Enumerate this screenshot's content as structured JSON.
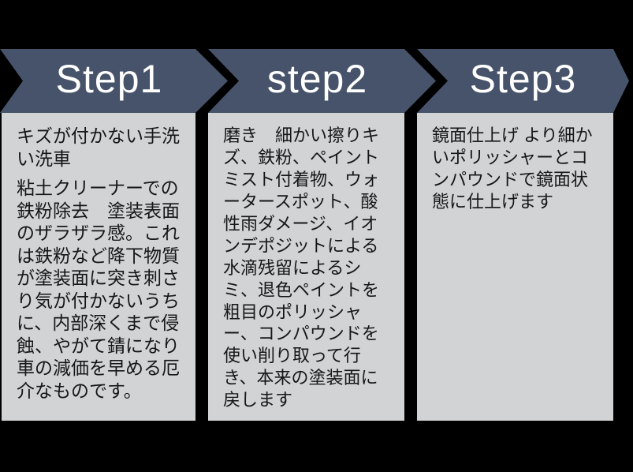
{
  "diagram": {
    "type": "process-flow-chevrons",
    "colors": {
      "background": "#000000",
      "arrow_fill": "#46536a",
      "box_fill": "#d1d3d5",
      "step_label_text": "#ffffff",
      "body_text": "#161616"
    },
    "steps": [
      {
        "label": "Step1",
        "paragraphs": [
          "キズが付かない手洗い洗車",
          "粘土クリーナーでの鉄粉除去　塗装表面のザラザラ感。これは鉄粉など降下物質が塗装面に突き刺さり気が付かないうちに、内部深くまで侵蝕、やがて錆になり車の減価を早める厄介なものです。"
        ]
      },
      {
        "label": "step2",
        "paragraphs": [
          "磨き　細かい擦りキズ、鉄粉、ペイントミスト付着物、ウォータースポット、酸性雨ダメージ、イオンデポジットによる水滴残留によるシミ、退色ペイントを粗目のポリッシャー、コンパウンドを使い削り取って行き、本来の塗装面に戻します"
        ]
      },
      {
        "label": "Step3",
        "paragraphs": [
          "鏡面仕上げ より細かいポリッシャーとコンパウンドで鏡面状態に仕上げます"
        ]
      }
    ]
  }
}
